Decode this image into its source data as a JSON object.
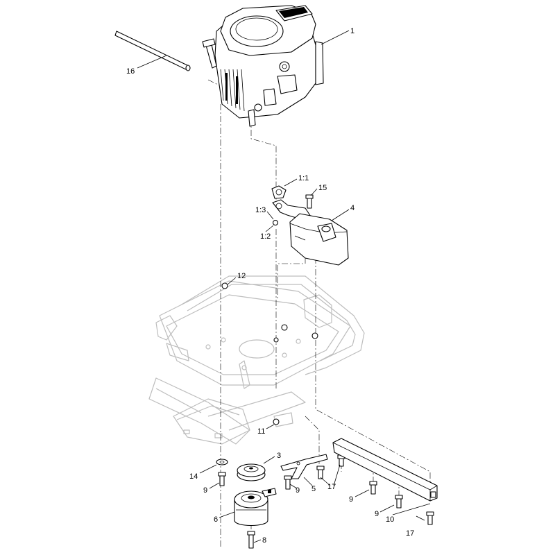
{
  "callouts": [
    {
      "id": "c1",
      "text": "1"
    },
    {
      "id": "c16",
      "text": "16"
    },
    {
      "id": "c1_1",
      "text": "1:1"
    },
    {
      "id": "c15",
      "text": "15"
    },
    {
      "id": "c1_3",
      "text": "1:3"
    },
    {
      "id": "c4",
      "text": "4"
    },
    {
      "id": "c1_2",
      "text": "1:2"
    },
    {
      "id": "c12",
      "text": "12"
    },
    {
      "id": "c11",
      "text": "11"
    },
    {
      "id": "c3",
      "text": "3"
    },
    {
      "id": "c14",
      "text": "14"
    },
    {
      "id": "c9a",
      "text": "9"
    },
    {
      "id": "c9b",
      "text": "9"
    },
    {
      "id": "c5",
      "text": "5"
    },
    {
      "id": "c17a",
      "text": "17"
    },
    {
      "id": "c9c",
      "text": "9"
    },
    {
      "id": "c9d",
      "text": "9"
    },
    {
      "id": "c6",
      "text": "6"
    },
    {
      "id": "c10",
      "text": "10"
    },
    {
      "id": "c8",
      "text": "8"
    },
    {
      "id": "c17b",
      "text": "17"
    }
  ]
}
